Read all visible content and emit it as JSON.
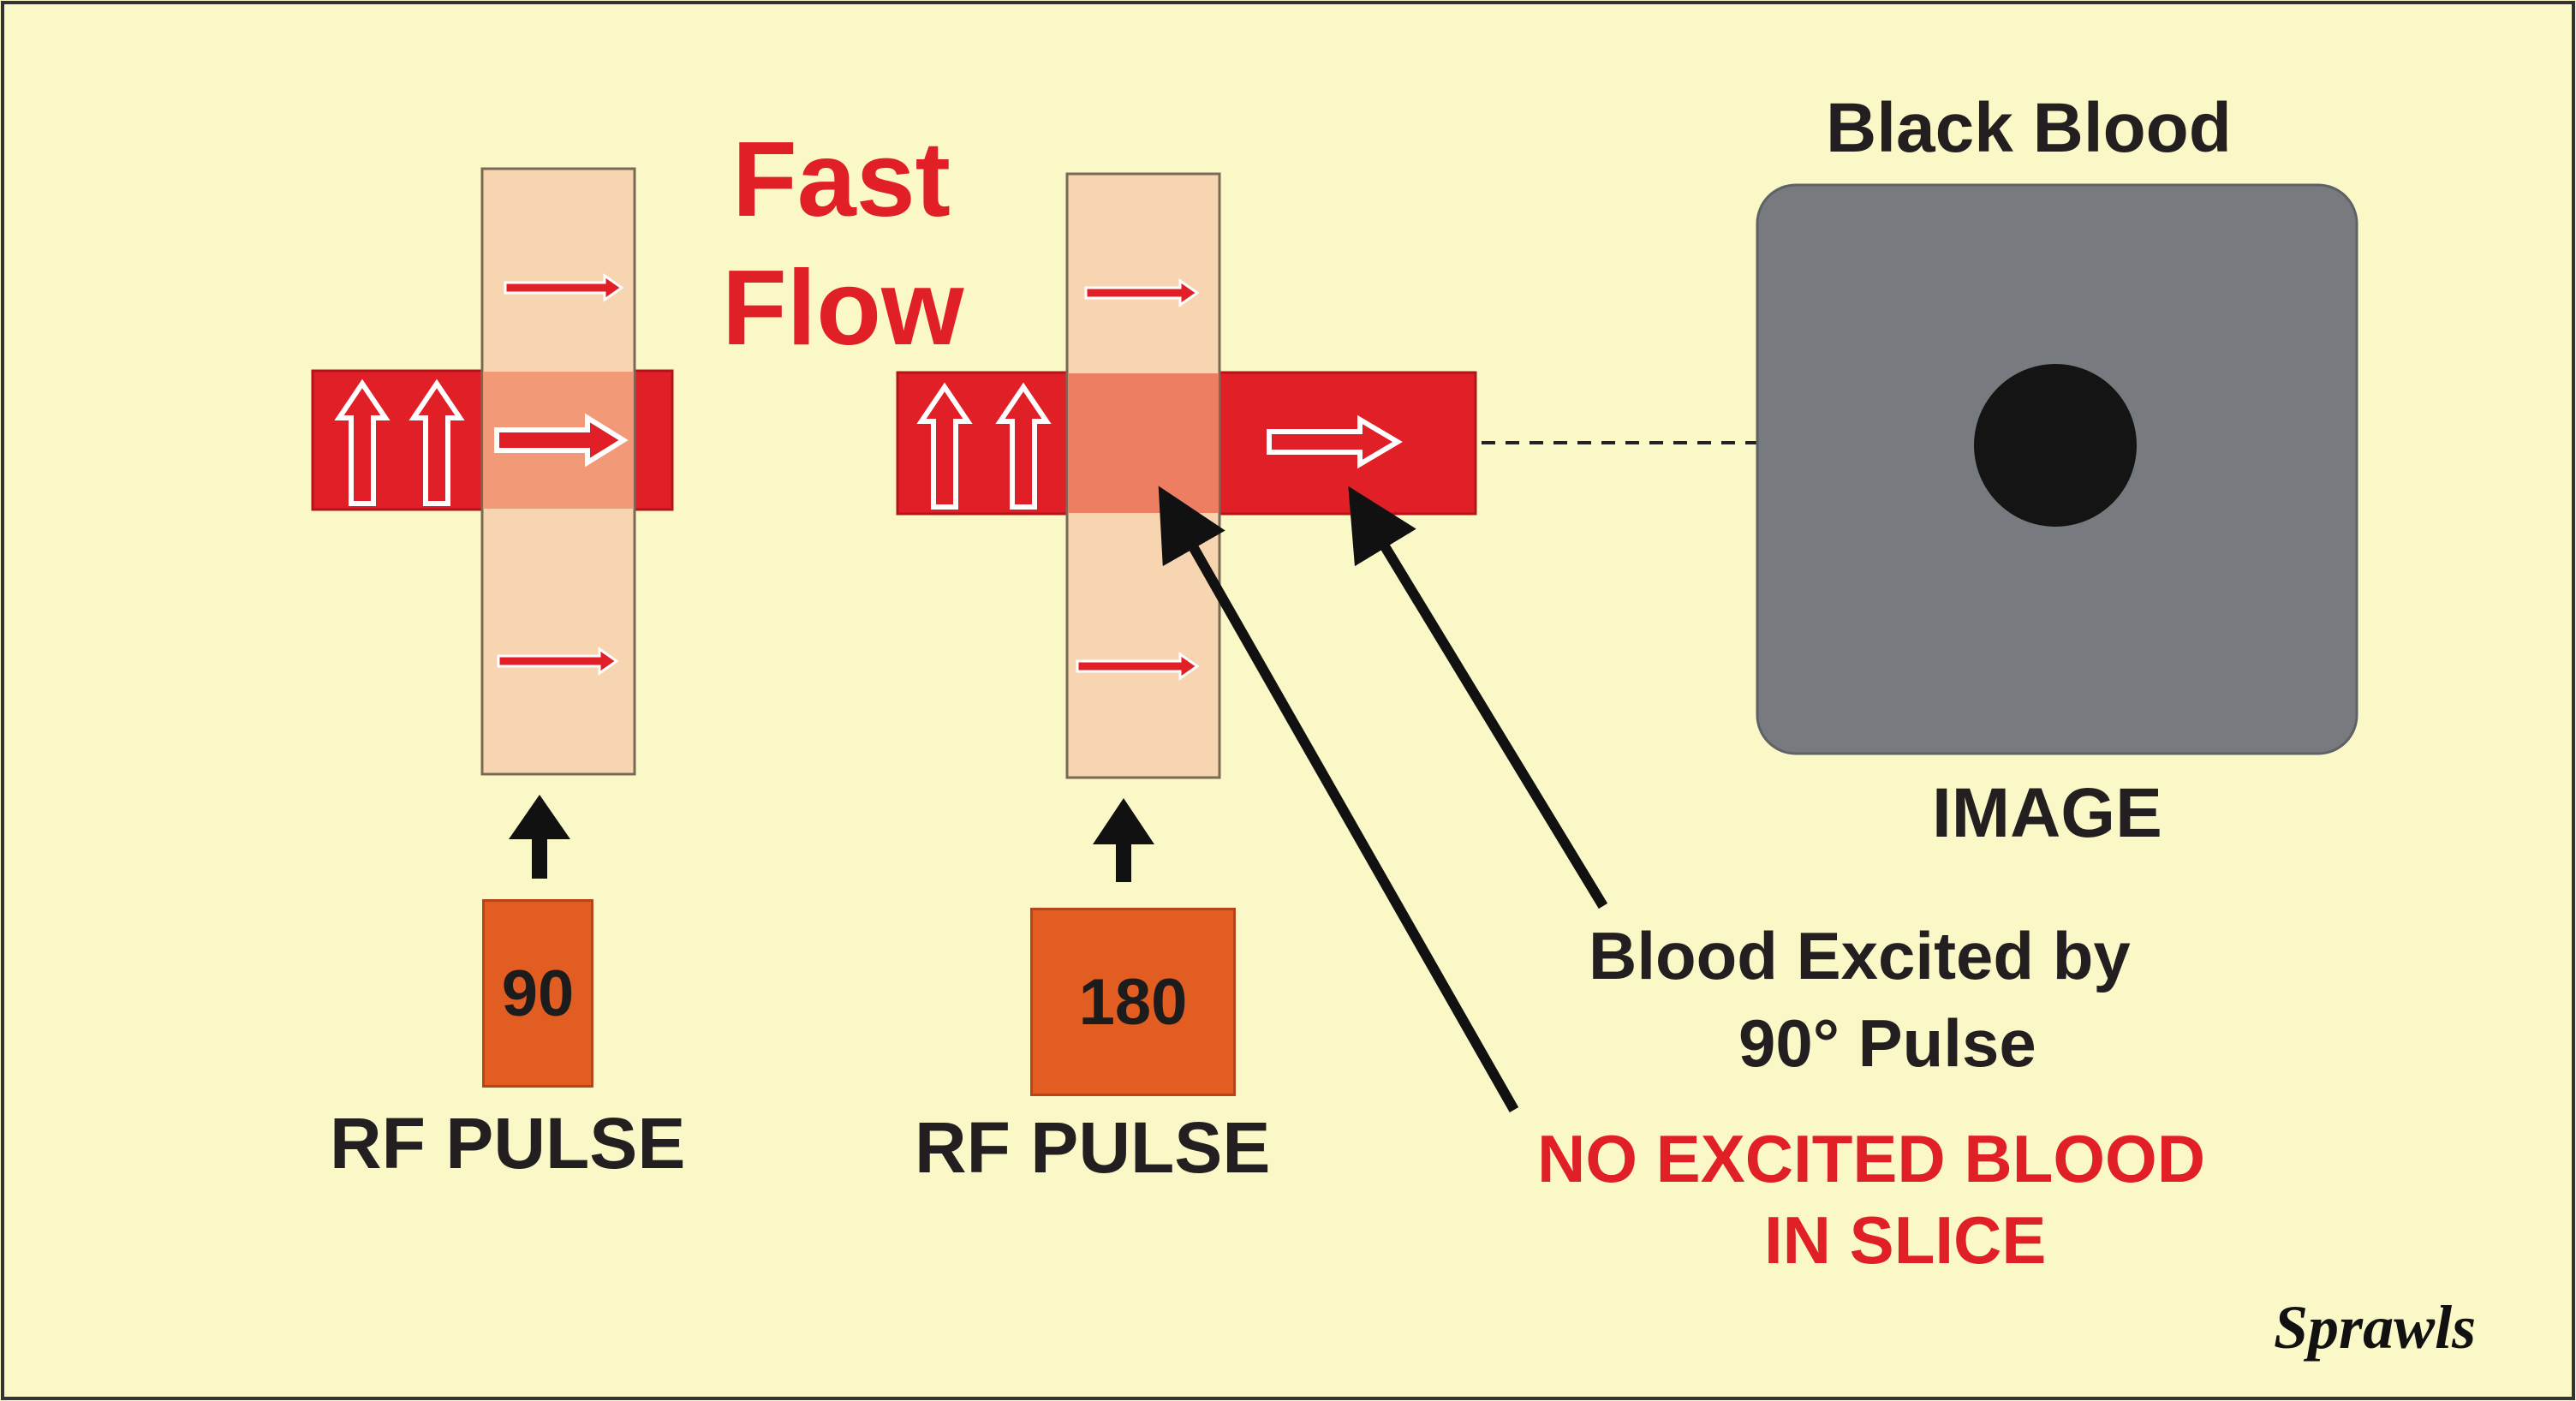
{
  "title": {
    "line1": "Fast",
    "line2": "Flow"
  },
  "pulse_1": {
    "value": "90",
    "caption": "RF PULSE"
  },
  "pulse_2": {
    "value": "180",
    "caption": "RF PULSE"
  },
  "image_panel": {
    "heading": "Black Blood",
    "caption": "IMAGE"
  },
  "annotations": {
    "excited_line1": "Blood Excited by",
    "excited_line2": "90° Pulse",
    "no_excited_line1": "NO EXCITED BLOOD",
    "no_excited_line2": "IN SLICE"
  },
  "signature": "Sprawls",
  "colors": {
    "background": "#fbf8c8",
    "vessel_red": "#e11f26",
    "slice_tan": "#f6d5b0",
    "excited_overlap": "#ef7d5f",
    "pulse_orange": "#e15d22",
    "image_gray": "#777b80",
    "label_red": "#e11f26",
    "label_dark": "#231f20"
  }
}
